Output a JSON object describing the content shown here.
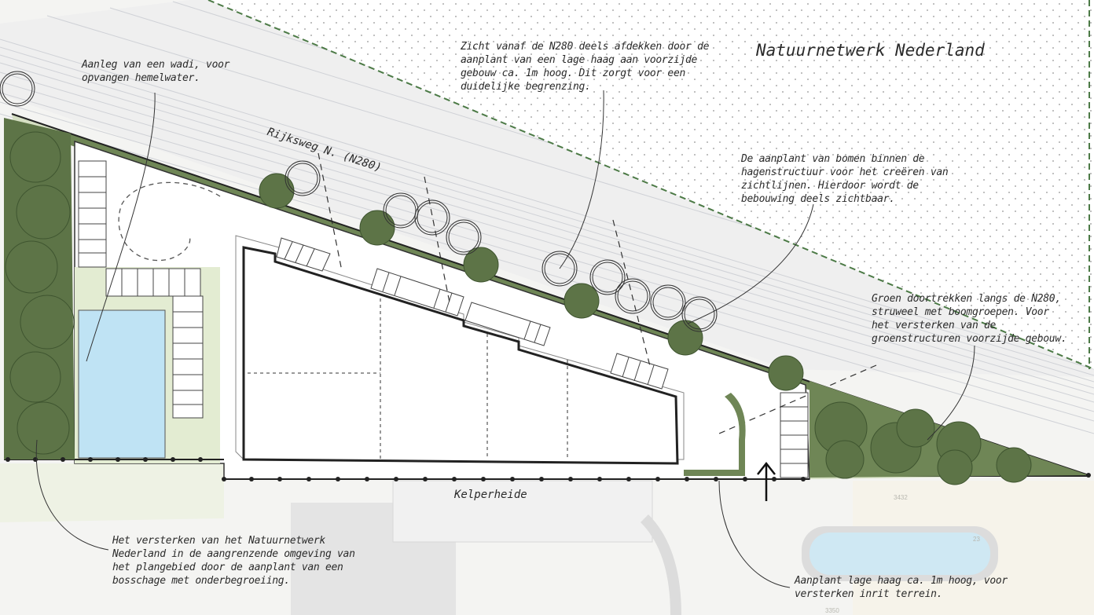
{
  "area_label": "Natuurnetwerk Nederland",
  "roads": {
    "rijksweg": "Rijksweg N. (N280)",
    "kelperheide": "Kelperheide"
  },
  "annotations": {
    "wadi": "Aanleg van een wadi, voor\nopvangen hemelwater.",
    "zicht": "Zicht vanaf de N280 deels afdekken door de\naanplant van een lage haag aan voorzijde\ngebouw ca. 1m hoog. Dit zorgt voor een\nduidelijke begrenzing.",
    "bomen": "De aanplant van bomen binnen de\nhagenstructuur voor het creëren van\nzichtlijnen. Hierdoor wordt de\nbebouwing deels zichtbaar.",
    "groen": "Groen doortrekken langs de N280,\nstruweel met boomgroepen. Voor\nhet versterken van de\ngroenstructuren voorzijde gebouw.",
    "natuurnetwerk": "Het versterken van het Natuurnetwerk\nNederland in de aangrenzende omgeving van\nhet plangebied door de aanplant van een\nbosschage met onderbegroeiing.",
    "haag": "Aanplant lage haag ca. 1m hoog, voor\nversterken inrit terrein."
  },
  "house_numbers": [
    "3432",
    "23",
    "3350"
  ],
  "colors": {
    "hedge_dark": "#5d7447",
    "hedge_mid": "#6f8656",
    "verge_green": "#e3ecd2",
    "water": "#bfe3f4",
    "nnn_dash": "#4c7a46",
    "road_line": "#c9ccd2"
  }
}
